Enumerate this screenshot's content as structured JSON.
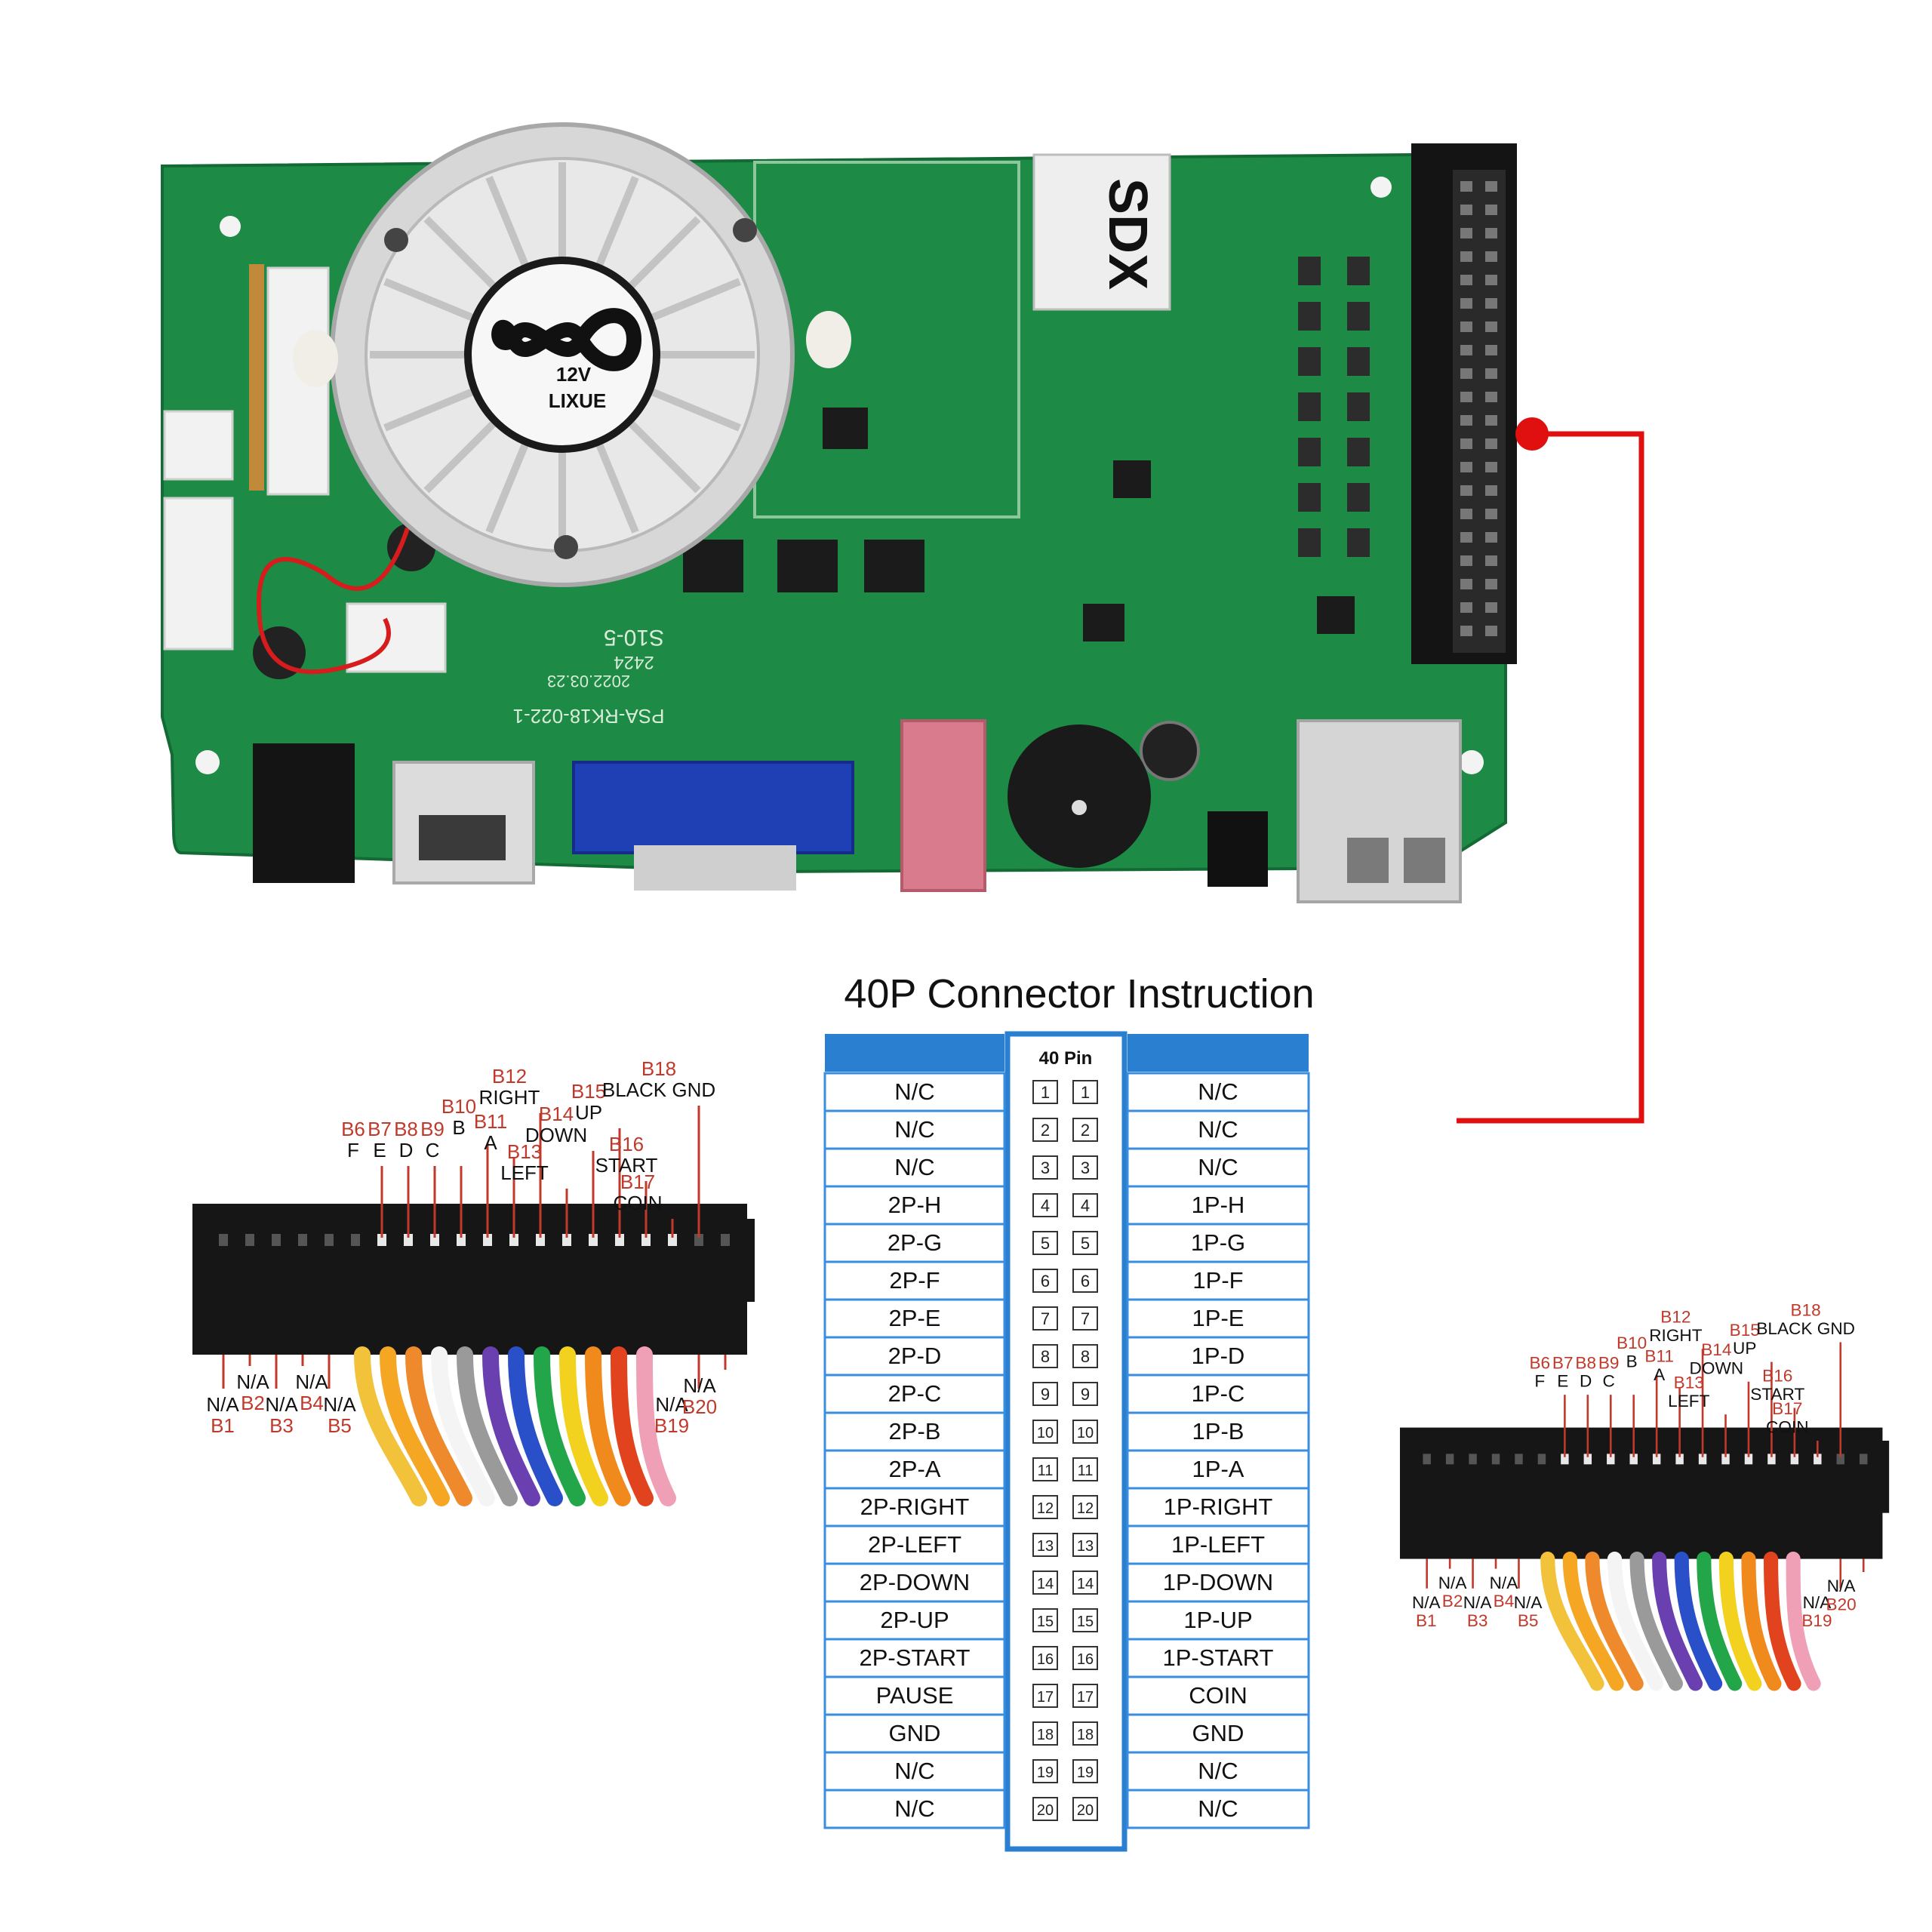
{
  "board": {
    "fan_voltage": "12V",
    "fan_brand": "LIXUE",
    "chip_label": "SDX",
    "model_text": "PSA-RK18-022-1",
    "date_text": "2022.03.23",
    "rev_text": "S10-5",
    "year_text": "2424"
  },
  "title": "40P Connector Instruction",
  "table": {
    "header": "40 Pin",
    "rows": [
      {
        "pin": "1",
        "left": "N/C",
        "right": "N/C"
      },
      {
        "pin": "2",
        "left": "N/C",
        "right": "N/C"
      },
      {
        "pin": "3",
        "left": "N/C",
        "right": "N/C"
      },
      {
        "pin": "4",
        "left": "2P-H",
        "right": "1P-H"
      },
      {
        "pin": "5",
        "left": "2P-G",
        "right": "1P-G"
      },
      {
        "pin": "6",
        "left": "2P-F",
        "right": "1P-F"
      },
      {
        "pin": "7",
        "left": "2P-E",
        "right": "1P-E"
      },
      {
        "pin": "8",
        "left": "2P-D",
        "right": "1P-D"
      },
      {
        "pin": "9",
        "left": "2P-C",
        "right": "1P-C"
      },
      {
        "pin": "10",
        "left": "2P-B",
        "right": "1P-B"
      },
      {
        "pin": "11",
        "left": "2P-A",
        "right": "1P-A"
      },
      {
        "pin": "12",
        "left": "2P-RIGHT",
        "right": "1P-RIGHT"
      },
      {
        "pin": "13",
        "left": "2P-LEFT",
        "right": "1P-LEFT"
      },
      {
        "pin": "14",
        "left": "2P-DOWN",
        "right": "1P-DOWN"
      },
      {
        "pin": "15",
        "left": "2P-UP",
        "right": "1P-UP"
      },
      {
        "pin": "16",
        "left": "2P-START",
        "right": "1P-START"
      },
      {
        "pin": "17",
        "left": "PAUSE",
        "right": "COIN"
      },
      {
        "pin": "18",
        "left": "GND",
        "right": "GND"
      },
      {
        "pin": "19",
        "left": "N/C",
        "right": "N/C"
      },
      {
        "pin": "20",
        "left": "N/C",
        "right": "N/C"
      }
    ]
  },
  "harness": {
    "top_labels": [
      {
        "code": "B6",
        "name": "F"
      },
      {
        "code": "B7",
        "name": "E"
      },
      {
        "code": "B8",
        "name": "D"
      },
      {
        "code": "B9",
        "name": "C"
      },
      {
        "code": "B10",
        "name": "B"
      },
      {
        "code": "B11",
        "name": "A"
      },
      {
        "code": "B12",
        "name": "RIGHT"
      },
      {
        "code": "B13",
        "name": "LEFT"
      },
      {
        "code": "B14",
        "name": "DOWN"
      },
      {
        "code": "B15",
        "name": "UP"
      },
      {
        "code": "B16",
        "name": "START"
      },
      {
        "code": "B17",
        "name": "COIN"
      },
      {
        "code": "B18",
        "name": "BLACK GND"
      }
    ],
    "bottom_labels": [
      {
        "code": "B1",
        "name": "N/A"
      },
      {
        "code": "B2",
        "name": "N/A"
      },
      {
        "code": "B3",
        "name": "N/A"
      },
      {
        "code": "B4",
        "name": "N/A"
      },
      {
        "code": "B5",
        "name": "N/A"
      },
      {
        "code": "B19",
        "name": "N/A"
      },
      {
        "code": "B20",
        "name": "N/A"
      }
    ],
    "wire_colors": [
      "#f2c23a",
      "#f5a623",
      "#ef8a2c",
      "#f4f4f4",
      "#9a9a9a",
      "#6a3fb0",
      "#2950c8",
      "#23a64a",
      "#f2d21e",
      "#f08a1c",
      "#e2431f",
      "#f0a0b6"
    ]
  },
  "colors": {
    "pcb": "#1d8a45",
    "table_blue": "#2a7fd0",
    "table_border": "#3a8ee0",
    "callout_red": "#e01010",
    "label_red": "#c0392b"
  }
}
